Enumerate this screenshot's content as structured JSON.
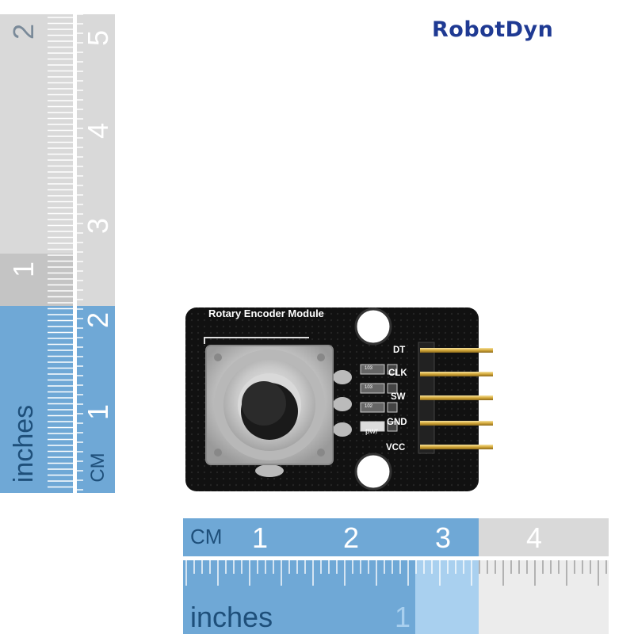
{
  "brand": {
    "logo_text": "RobotDyn"
  },
  "module": {
    "title": "Rotary Encoder Module",
    "pins": [
      "DT",
      "CLK",
      "SW",
      "GND",
      "VCC"
    ],
    "led_label": "pwr",
    "resistor_codes": [
      "103",
      "103",
      "102"
    ]
  },
  "vertical_ruler": {
    "inch_numbers": [
      "2",
      "1"
    ],
    "inch_unit": "inches",
    "cm_numbers": [
      "5",
      "4",
      "3",
      "2",
      "1"
    ],
    "cm_unit": "CM"
  },
  "horizontal_ruler": {
    "cm_unit": "CM",
    "cm_numbers": [
      "1",
      "2",
      "3",
      "4"
    ],
    "inch_unit": "inches",
    "inch_numbers": [
      "1"
    ]
  },
  "colors": {
    "ruler_blue": "#6fa8d6",
    "ruler_light_blue": "#a9d0ef",
    "ruler_grey": "#d9d9d9",
    "ruler_grey_dark": "#c4c4c4",
    "pcb_black": "#111111",
    "brand_blue": "#1f3a93"
  }
}
